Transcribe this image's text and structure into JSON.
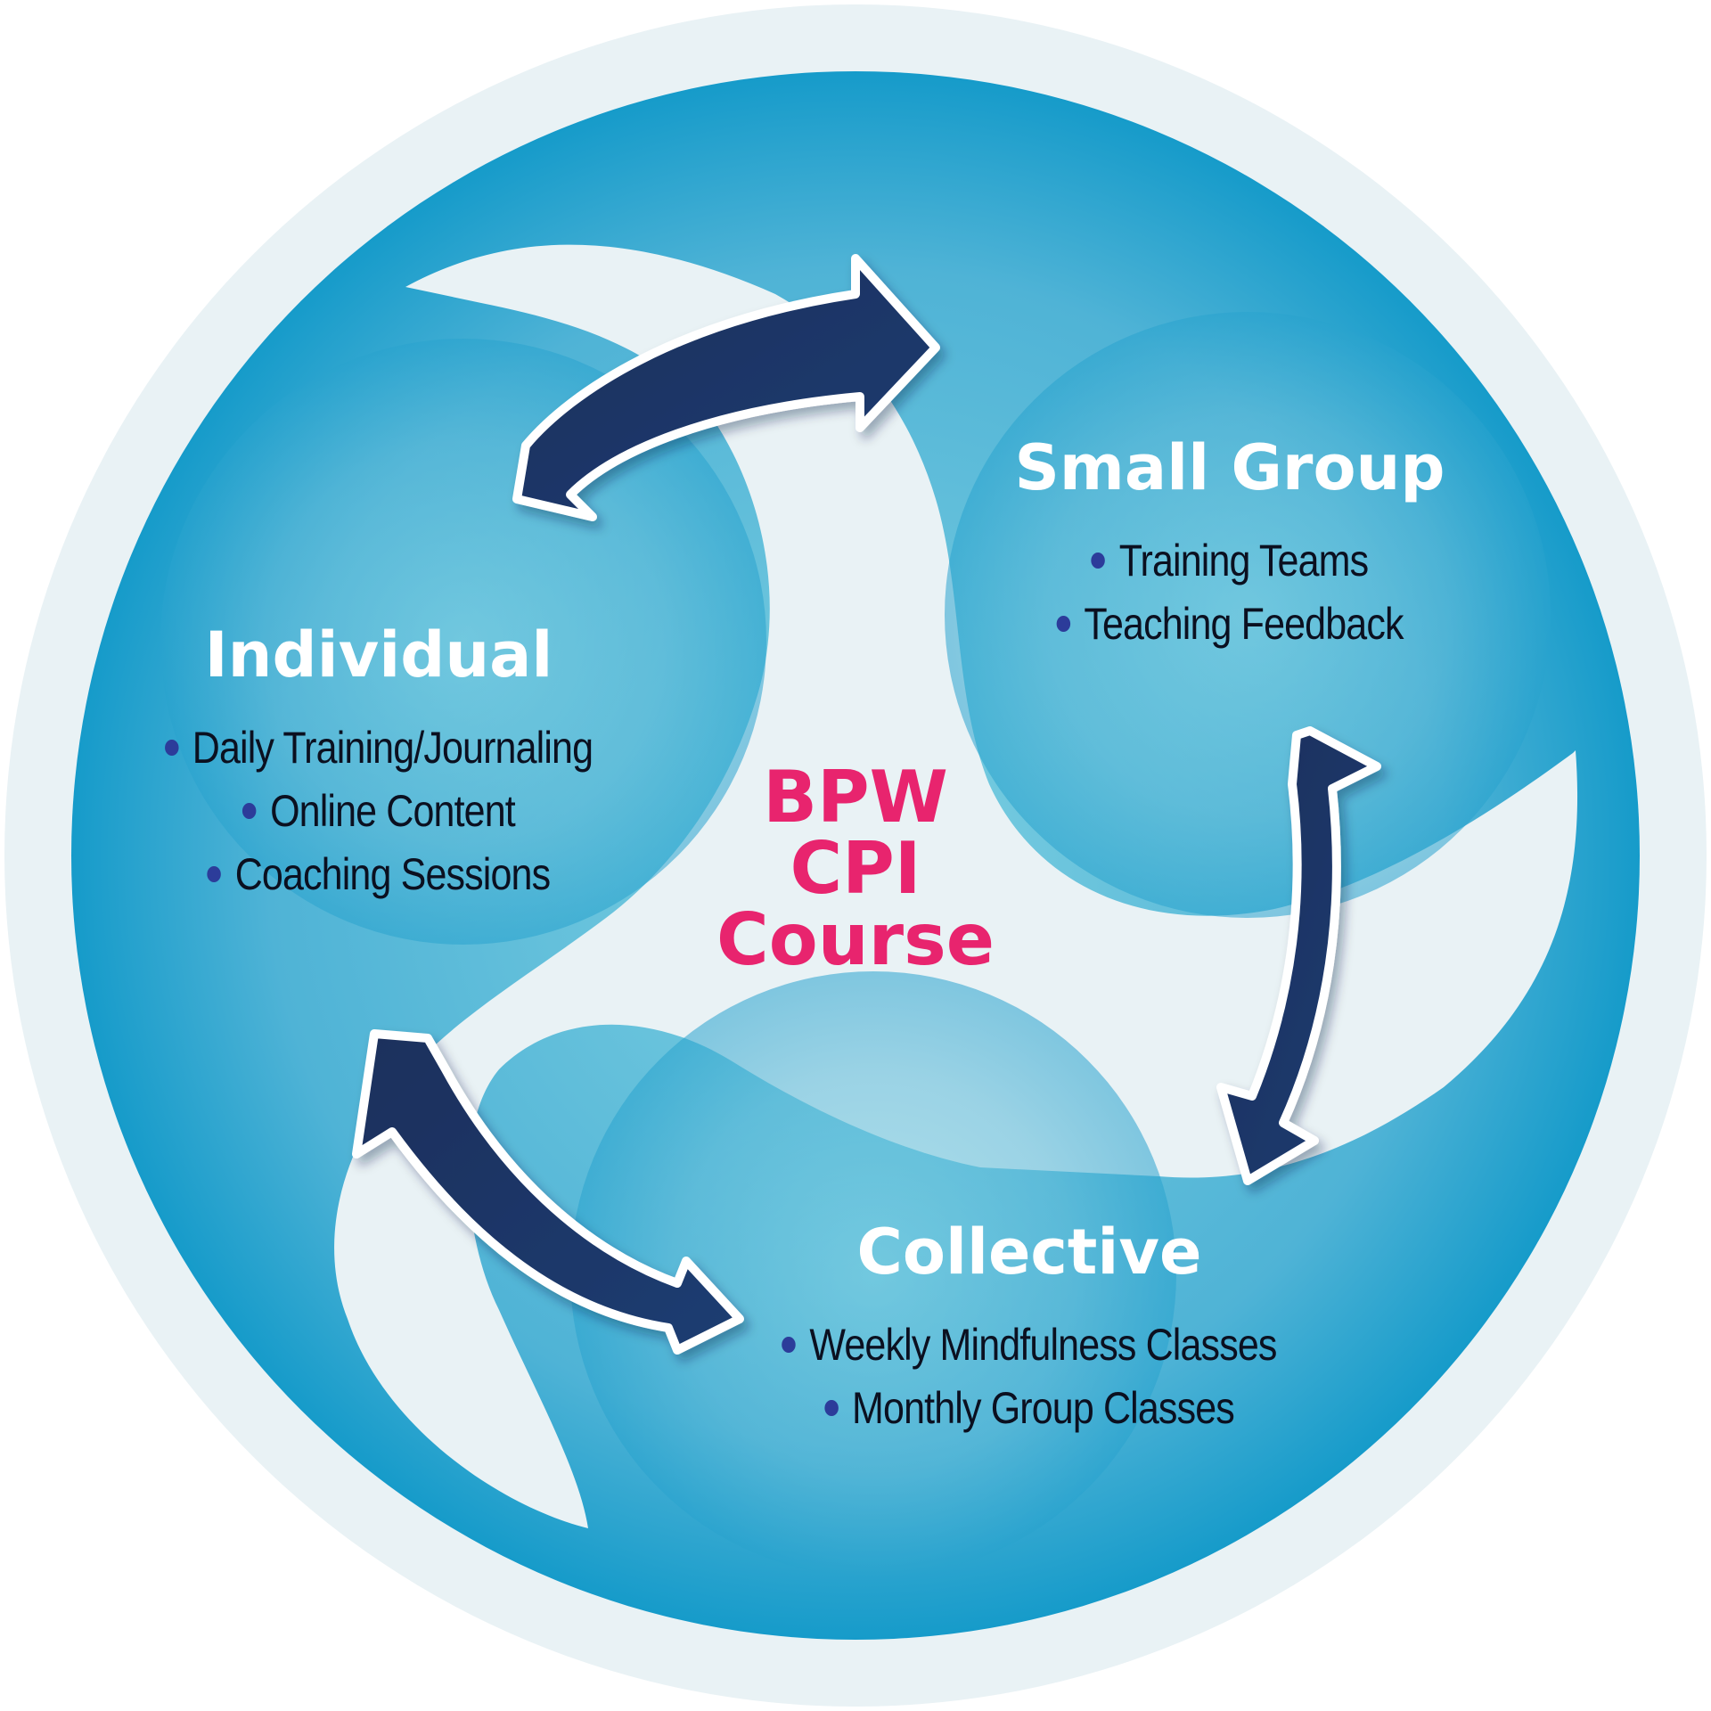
{
  "center": {
    "line1": "BPW",
    "line2": "CPI",
    "line3": "Course"
  },
  "groups": [
    {
      "title": "Individual",
      "items": [
        "Daily Training/Journaling",
        "Online Content",
        "Coaching Sessions"
      ]
    },
    {
      "title": "Small Group",
      "items": [
        "Training Teams",
        "Teaching Feedback"
      ]
    },
    {
      "title": "Collective",
      "items": [
        "Weekly Mindfulness Classes",
        "Monthly Group Classes"
      ]
    }
  ],
  "colors": {
    "outer_ring": "#e9f2f5",
    "lobe_dark": "#1699c8",
    "lobe_light": "#7fd0e2",
    "arrow": "#1a3260",
    "heading_text": "#ffffff",
    "item_text": "#0b1020",
    "bullet": "#2c3c9a",
    "center_text": "#e8246e"
  },
  "icons": [
    "double-arrow-icon"
  ]
}
